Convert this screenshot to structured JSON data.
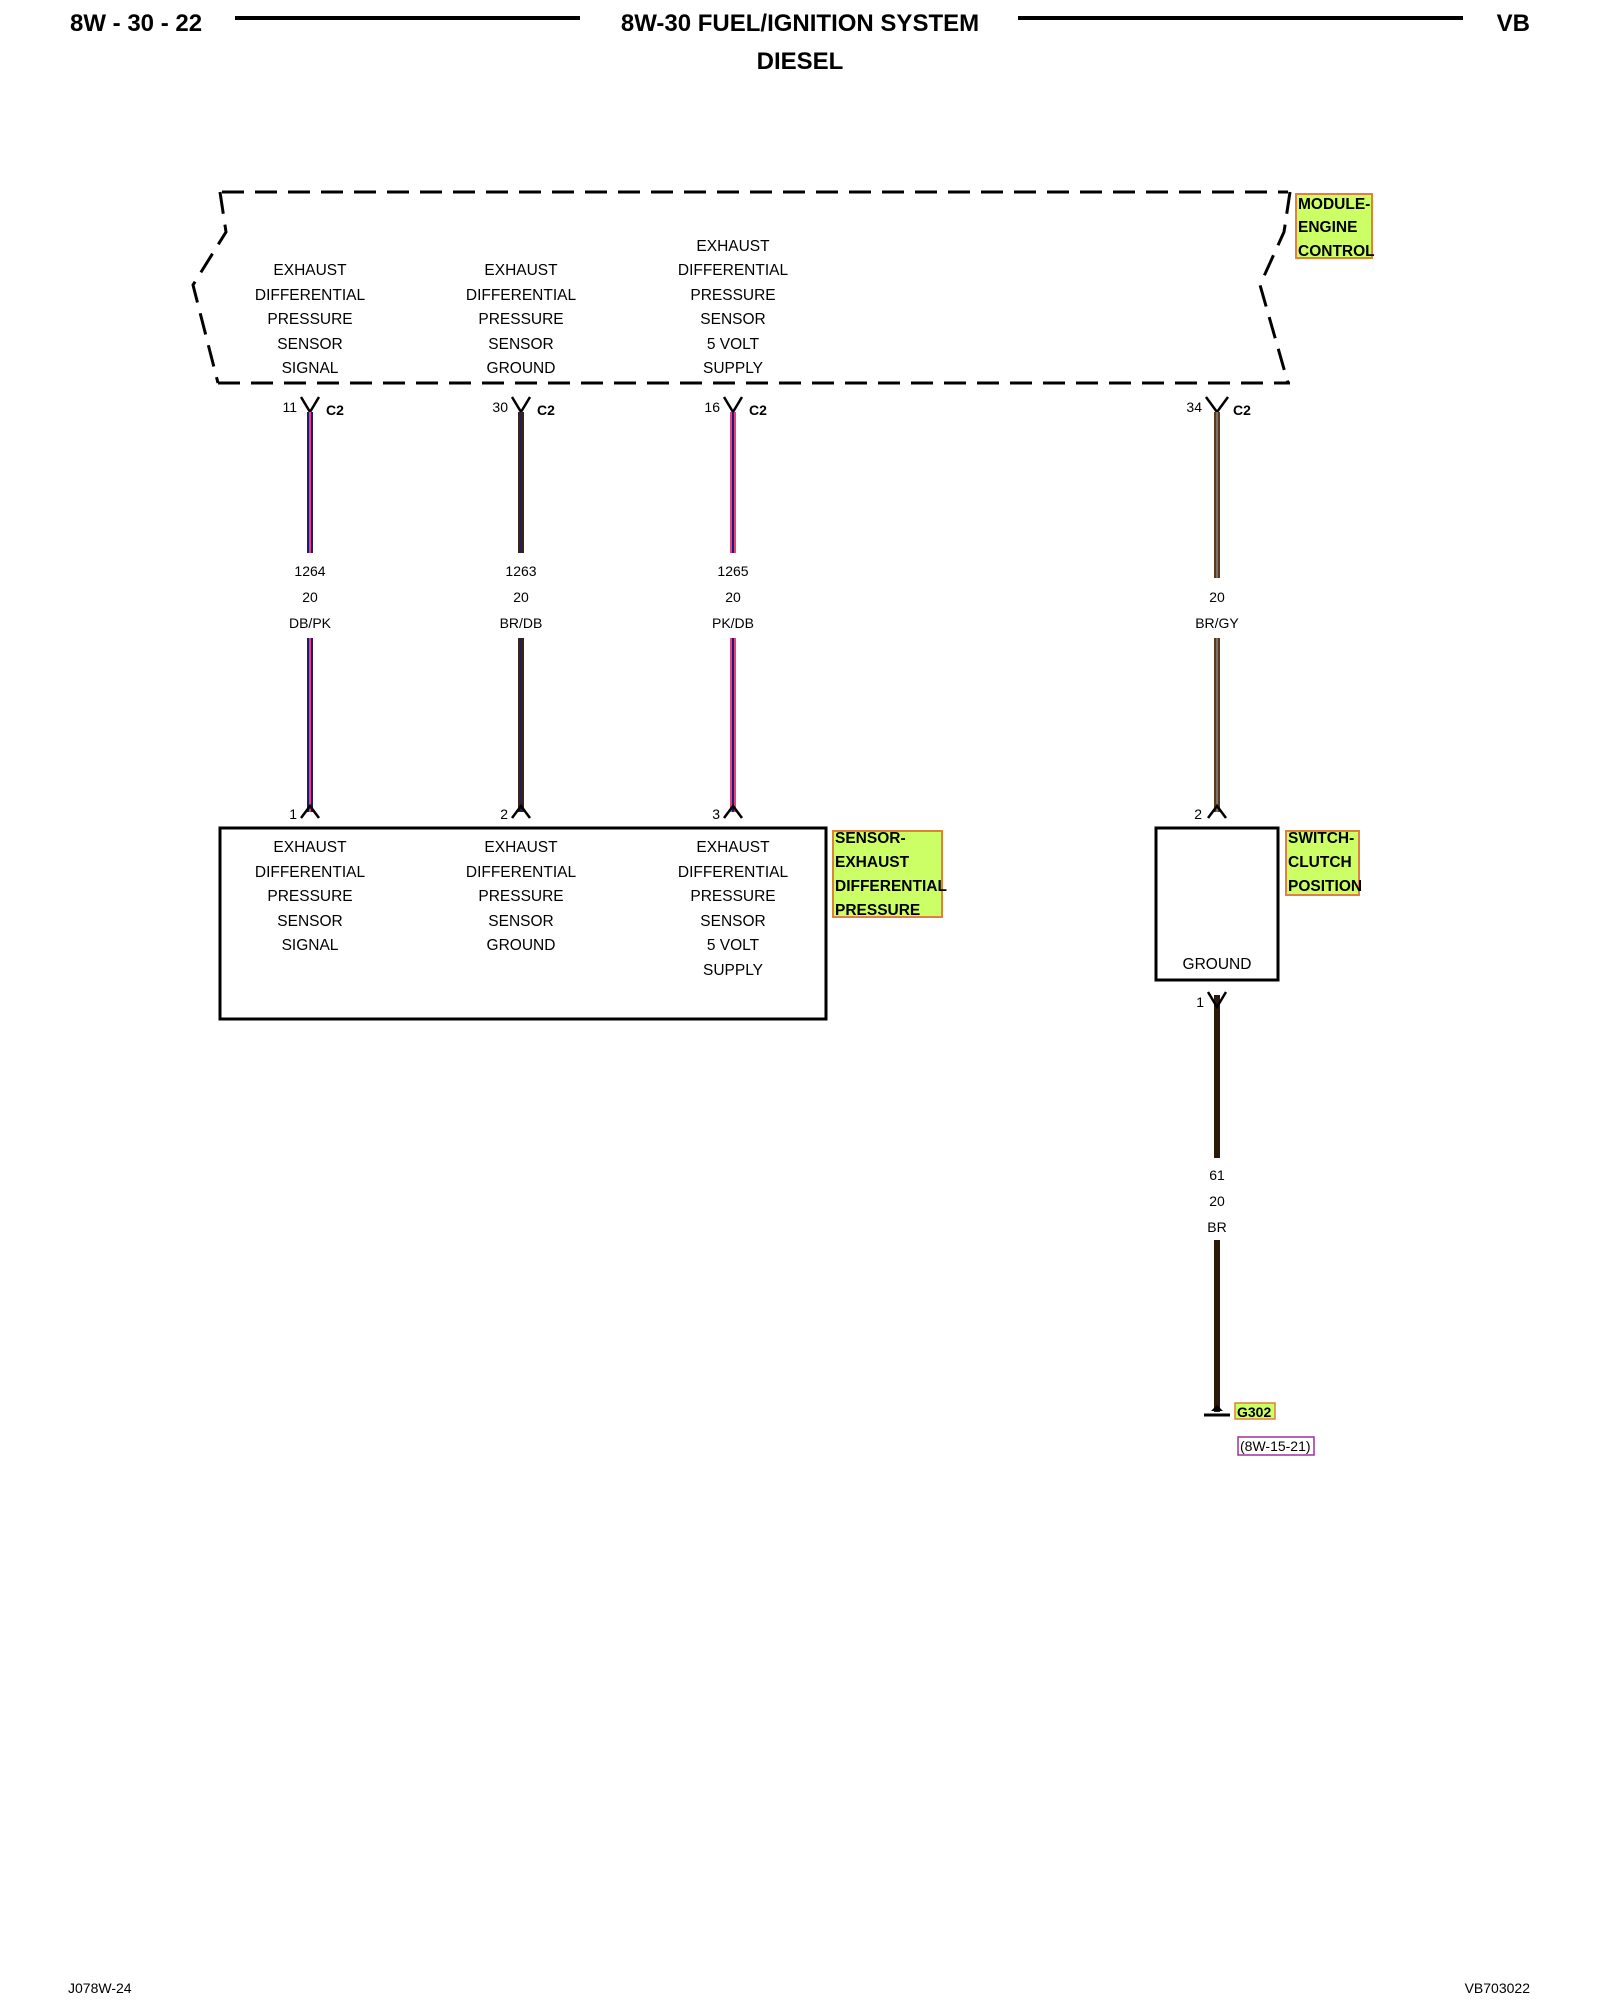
{
  "header": {
    "page_number": "8W - 30 - 22",
    "title": "8W-30 FUEL/IGNITION SYSTEM",
    "subtitle": "DIESEL",
    "model_code": "VB"
  },
  "module": {
    "name_lines": [
      "MODULE-",
      "ENGINE",
      "CONTROL"
    ],
    "pins": [
      {
        "lines": [
          "EXHAUST",
          "DIFFERENTIAL",
          "PRESSURE",
          "SENSOR",
          "SIGNAL"
        ],
        "pin": "11",
        "connector": "C2"
      },
      {
        "lines": [
          "EXHAUST",
          "DIFFERENTIAL",
          "PRESSURE",
          "SENSOR",
          "GROUND"
        ],
        "pin": "30",
        "connector": "C2"
      },
      {
        "lines": [
          "EXHAUST",
          "DIFFERENTIAL",
          "PRESSURE",
          "SENSOR",
          "5 VOLT",
          "SUPPLY"
        ],
        "pin": "16",
        "connector": "C2"
      },
      {
        "pin": "34",
        "connector": "C2"
      }
    ]
  },
  "wires": [
    {
      "circuit": "1264",
      "gauge": "20",
      "color_code": "DB/PK",
      "color_main": "#1a1a7a",
      "color_stripe": "#e8407a"
    },
    {
      "circuit": "1263",
      "gauge": "20",
      "color_code": "BR/DB",
      "color_main": "#3a2410",
      "color_stripe": "#1a1a7a"
    },
    {
      "circuit": "1265",
      "gauge": "20",
      "color_code": "PK/DB",
      "color_main": "#e8407a",
      "color_stripe": "#1a1a7a"
    },
    {
      "circuit": "",
      "gauge": "20",
      "color_code": "BR/GY",
      "color_main": "#5a3a1a",
      "color_stripe": "#888888"
    },
    {
      "circuit": "61",
      "gauge": "20",
      "color_code": "BR",
      "color_main": "#2a1a0a",
      "color_stripe": "#2a1a0a"
    }
  ],
  "sensor": {
    "name_lines": [
      "SENSOR-",
      "EXHAUST",
      "DIFFERENTIAL",
      "PRESSURE"
    ],
    "pins": [
      {
        "pin": "1",
        "lines": [
          "EXHAUST",
          "DIFFERENTIAL",
          "PRESSURE",
          "SENSOR",
          "SIGNAL"
        ]
      },
      {
        "pin": "2",
        "lines": [
          "EXHAUST",
          "DIFFERENTIAL",
          "PRESSURE",
          "SENSOR",
          "GROUND"
        ]
      },
      {
        "pin": "3",
        "lines": [
          "EXHAUST",
          "DIFFERENTIAL",
          "PRESSURE",
          "SENSOR",
          "5 VOLT",
          "SUPPLY"
        ]
      }
    ]
  },
  "switch": {
    "name_lines": [
      "SWITCH-",
      "CLUTCH",
      "POSITION"
    ],
    "top_pin": "2",
    "bottom_pin": "1",
    "inner_label": "GROUND"
  },
  "ground": {
    "name": "G302",
    "reference": "(8W-15-21)"
  },
  "footer": {
    "left": "J078W-24",
    "right": "VB703022"
  },
  "colors": {
    "highlight_fill": "#ccff66",
    "highlight_border": "#e0803a",
    "reference_border": "#a0309a"
  }
}
